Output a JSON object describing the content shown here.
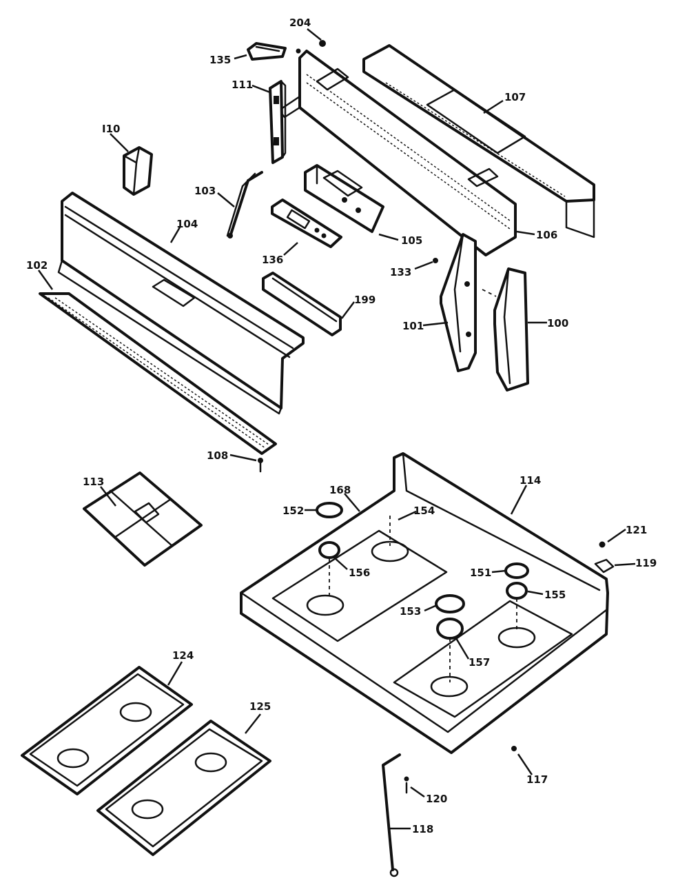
{
  "labels": {
    "p204": "204",
    "p135": "135",
    "p111": "111",
    "p107": "107",
    "p110": "I10",
    "p103": "103",
    "p104": "104",
    "p136": "136",
    "p105": "105",
    "p106": "106",
    "p133": "133",
    "p102": "102",
    "p199": "199",
    "p101": "101",
    "p100": "100",
    "p108": "108",
    "p113": "113",
    "p168": "168",
    "p114": "114",
    "p152": "152",
    "p154": "154",
    "p121": "121",
    "p156": "156",
    "p151": "151",
    "p119": "119",
    "p155": "155",
    "p153": "153",
    "p157": "157",
    "p124": "124",
    "p125": "125",
    "p117": "117",
    "p120": "120",
    "p118": "118"
  }
}
